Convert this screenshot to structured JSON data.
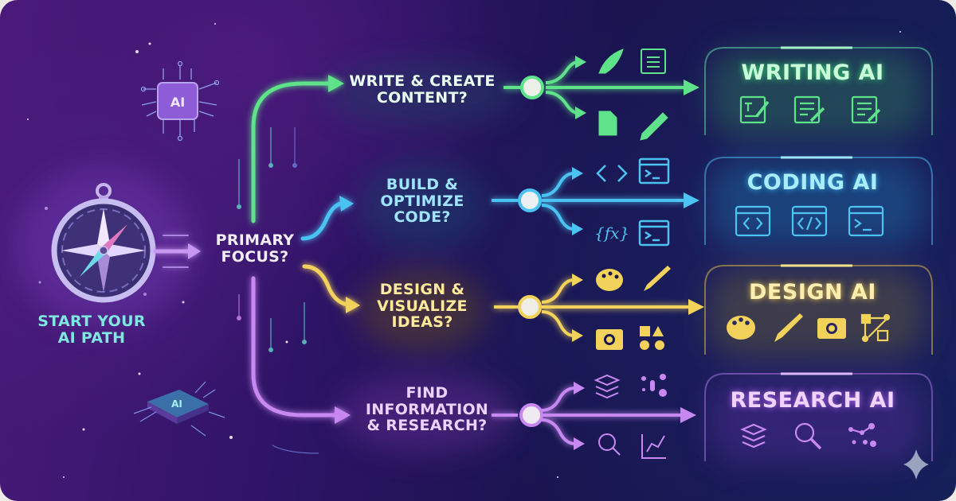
{
  "start": {
    "label_line1": "START YOUR",
    "label_line2": "AI PATH",
    "icon": "compass-icon"
  },
  "hub": {
    "label_line1": "PRIMARY",
    "label_line2": "FOCUS?"
  },
  "decorations": {
    "chip_top_label": "AI",
    "chip_bottom_label": "AI",
    "corner_icon": "sparkle-icon"
  },
  "branches": [
    {
      "id": "writing",
      "color": "#5fe38a",
      "question_lines": [
        "WRITE & CREATE",
        "CONTENT?"
      ],
      "path_icons": [
        "quill-icon",
        "newspaper-icon",
        "document-icon",
        "pen-icon"
      ],
      "destination": {
        "title": "WRITING AI",
        "icons": [
          "text-edit-icon",
          "doc-edit-icon",
          "note-edit-icon"
        ]
      }
    },
    {
      "id": "coding",
      "color": "#4cc3f2",
      "question_lines": [
        "BUILD &",
        "OPTIMIZE",
        "CODE?"
      ],
      "path_icons": [
        "code-brackets-icon",
        "terminal-icon",
        "function-icon",
        "terminal-icon"
      ],
      "destination": {
        "title": "CODING AI",
        "icons": [
          "code-window-icon",
          "code-slash-window-icon",
          "terminal-window-icon"
        ]
      }
    },
    {
      "id": "design",
      "color": "#f3d25c",
      "question_lines": [
        "DESIGN &",
        "VISUALIZE",
        "IDEAS?"
      ],
      "path_icons": [
        "palette-icon",
        "brush-icon",
        "camera-icon",
        "shapes-icon"
      ],
      "destination": {
        "title": "DESIGN AI",
        "icons": [
          "palette-icon",
          "brush-icon",
          "camera-icon",
          "vector-icon"
        ]
      }
    },
    {
      "id": "research",
      "color": "#c888f2",
      "question_lines": [
        "FIND",
        "INFORMATION",
        "& RESEARCH?"
      ],
      "path_icons": [
        "books-icon",
        "info-dots-icon",
        "magnifier-icon",
        "line-chart-icon"
      ],
      "destination": {
        "title": "RESEARCH AI",
        "icons": [
          "books-icon",
          "magnifier-icon",
          "network-icon"
        ]
      }
    }
  ]
}
